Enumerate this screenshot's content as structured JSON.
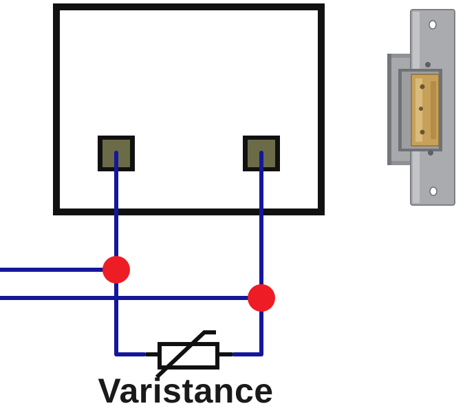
{
  "caption": "Varistance",
  "icons": {
    "device_box": "device-enclosure",
    "terminal": "terminal-block",
    "junction": "wire-junction-dot",
    "varistor": "varistor-symbol",
    "product_photo": "electric-strike-lock"
  },
  "colors": {
    "wire": "#15179a",
    "junction": "#ee1c25",
    "terminal_fill": "#6b6b47",
    "outline": "#111111",
    "plate": "#a9abae",
    "plate_dark": "#7d7f83",
    "latch_brass": "#c7a15a"
  }
}
